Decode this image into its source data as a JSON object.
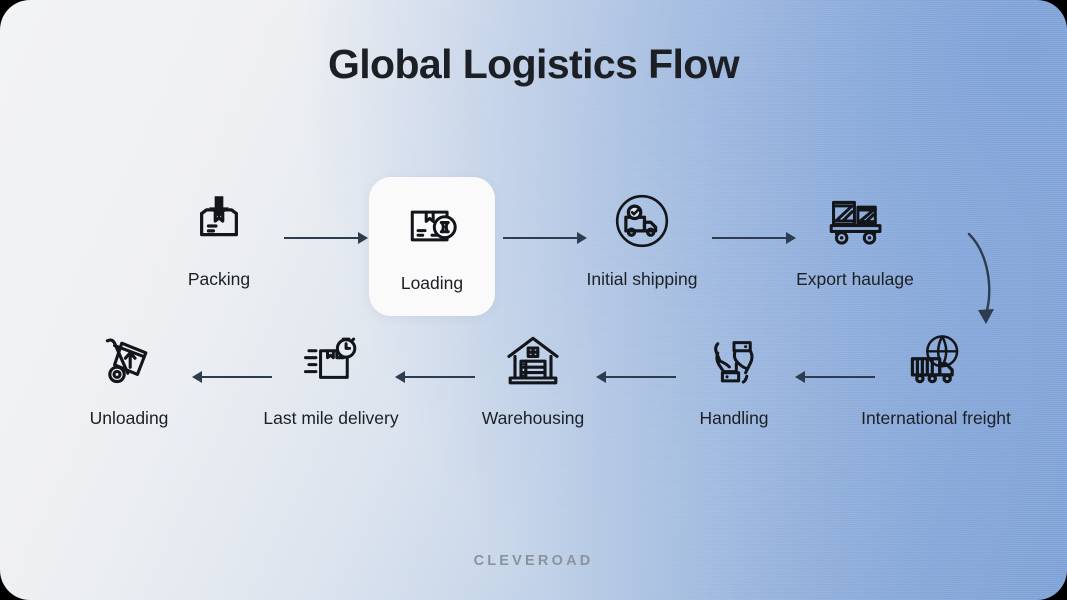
{
  "header": {
    "title": "Global Logistics Flow"
  },
  "footer": {
    "brand": "CLEVEROAD"
  },
  "colors": {
    "background_light": "#f2f3f4",
    "background_blue": "#7ea2d6",
    "text": "#1c2024",
    "arrow": "#2d3c4e",
    "card": "#fafafb",
    "brand_text": "#8b939e"
  },
  "diagram": {
    "type": "process-flow",
    "direction": "serpentine-left-to-right-then-right-to-left",
    "rows": [
      {
        "flow": "right",
        "steps": [
          {
            "index": 1,
            "label": "Packing",
            "icon": "packing-box-down-arrow-icon",
            "highlighted": false
          },
          {
            "index": 2,
            "label": "Loading",
            "icon": "loading-box-hourglass-icon",
            "highlighted": true
          },
          {
            "index": 3,
            "label": "Initial shipping",
            "icon": "truck-check-circle-icon",
            "highlighted": false
          },
          {
            "index": 4,
            "label": "Export haulage",
            "icon": "crates-on-cart-icon",
            "highlighted": false
          }
        ]
      },
      {
        "flow": "left",
        "steps": [
          {
            "index": 5,
            "label": "International freight",
            "icon": "globe-container-truck-icon",
            "highlighted": false
          },
          {
            "index": 6,
            "label": "Handling",
            "icon": "handling-hands-icon",
            "highlighted": false
          },
          {
            "index": 7,
            "label": "Warehousing",
            "icon": "warehouse-building-icon",
            "highlighted": false
          },
          {
            "index": 8,
            "label": "Last mile delivery",
            "icon": "fast-box-stopwatch-icon",
            "highlighted": false
          },
          {
            "index": 9,
            "label": "Unloading",
            "icon": "hand-truck-up-arrow-icon",
            "highlighted": false
          }
        ]
      }
    ],
    "connectors": [
      {
        "id": "c1",
        "from": "Packing",
        "to": "Loading",
        "shape": "straight",
        "direction": "right"
      },
      {
        "id": "c2",
        "from": "Loading",
        "to": "Initial shipping",
        "shape": "straight",
        "direction": "right"
      },
      {
        "id": "c3",
        "from": "Initial shipping",
        "to": "Export haulage",
        "shape": "straight",
        "direction": "right"
      },
      {
        "id": "c4",
        "from": "Export haulage",
        "to": "International freight",
        "shape": "curved",
        "direction": "down"
      },
      {
        "id": "c5",
        "from": "International freight",
        "to": "Handling",
        "shape": "straight",
        "direction": "left"
      },
      {
        "id": "c6",
        "from": "Handling",
        "to": "Warehousing",
        "shape": "straight",
        "direction": "left"
      },
      {
        "id": "c7",
        "from": "Warehousing",
        "to": "Last mile delivery",
        "shape": "straight",
        "direction": "left"
      },
      {
        "id": "c8",
        "from": "Last mile delivery",
        "to": "Unloading",
        "shape": "straight",
        "direction": "left"
      }
    ]
  }
}
